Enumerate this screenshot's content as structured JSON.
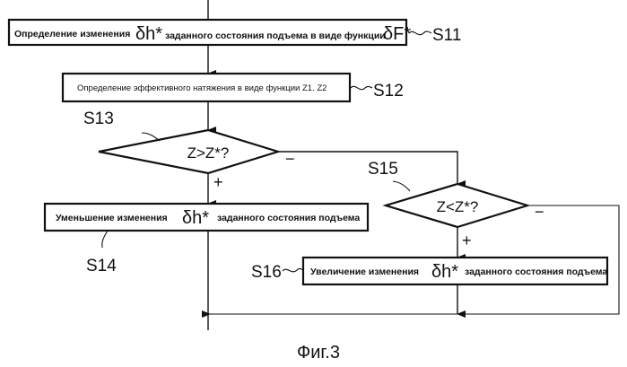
{
  "figure": {
    "caption": "Фиг.3"
  },
  "steps": {
    "s11": {
      "ref": "S11",
      "text_before": "Определение изменения",
      "symbol": "δh*",
      "text_middle": "заданного состояния подъема в виде функции",
      "symbol2": "δF*"
    },
    "s12": {
      "ref": "S12",
      "text": "Определение эффективного натяжения в виде функции Z1. Z2"
    },
    "s13": {
      "ref": "S13",
      "condition": "Z>Z*?",
      "yes": "+",
      "no": "−"
    },
    "s14": {
      "ref": "S14",
      "text_before": "Уменьшение изменения",
      "symbol": "δh*",
      "text_after": "заданного состояния подъема"
    },
    "s15": {
      "ref": "S15",
      "condition": "Z<Z*?",
      "yes": "+",
      "no": "−"
    },
    "s16": {
      "ref": "S16",
      "text_before": "Увеличение изменения",
      "symbol": "δh*",
      "text_after": "заданного состояния подъема"
    }
  }
}
